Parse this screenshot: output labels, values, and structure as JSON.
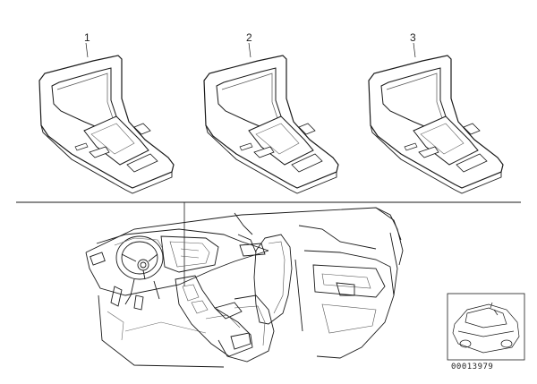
{
  "callouts": [
    {
      "id": "1",
      "text": "1"
    },
    {
      "id": "2",
      "text": "2"
    },
    {
      "id": "3",
      "text": "3"
    }
  ],
  "diagram_code": "00013979",
  "colors": {
    "line": "#1a1a1a",
    "light": "#888888",
    "fill": "#ffffff"
  }
}
